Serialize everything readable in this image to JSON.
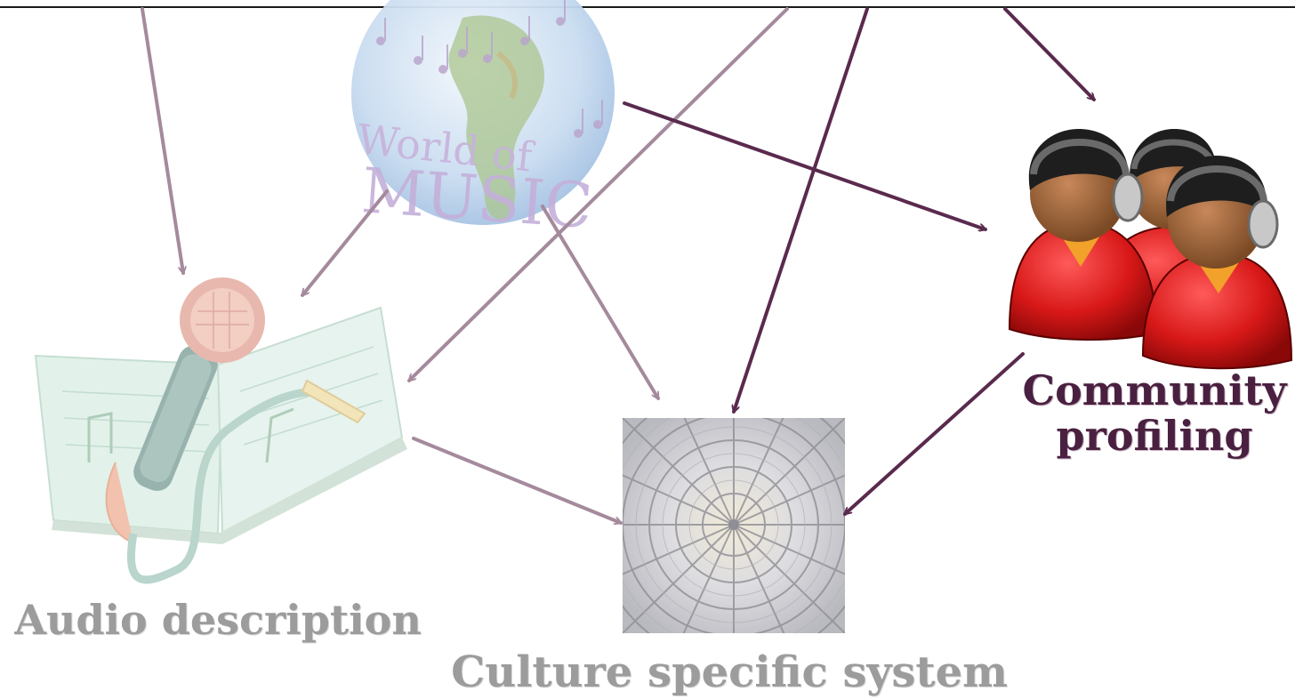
{
  "nodes": {
    "audio_description": {
      "label": "Audio description"
    },
    "culture_specific": {
      "label": "Culture specific system"
    },
    "community_profiling": {
      "label": "Community profiling"
    },
    "world_of_music": {
      "logo_text_line1": "World of",
      "logo_text_line2": "MUSIC"
    }
  },
  "colors": {
    "arrow_strong": "#5a2a4e",
    "arrow_faded": "#a48a9c",
    "label_strong": "#4a2040",
    "label_faded": "#9c9c9c"
  },
  "icons": {
    "globe": "world-of-music-globe-icon",
    "microphone": "microphone-songbook-icon",
    "dome": "glass-dome-ceiling-icon",
    "listeners": "headphone-listeners-group-icon"
  }
}
